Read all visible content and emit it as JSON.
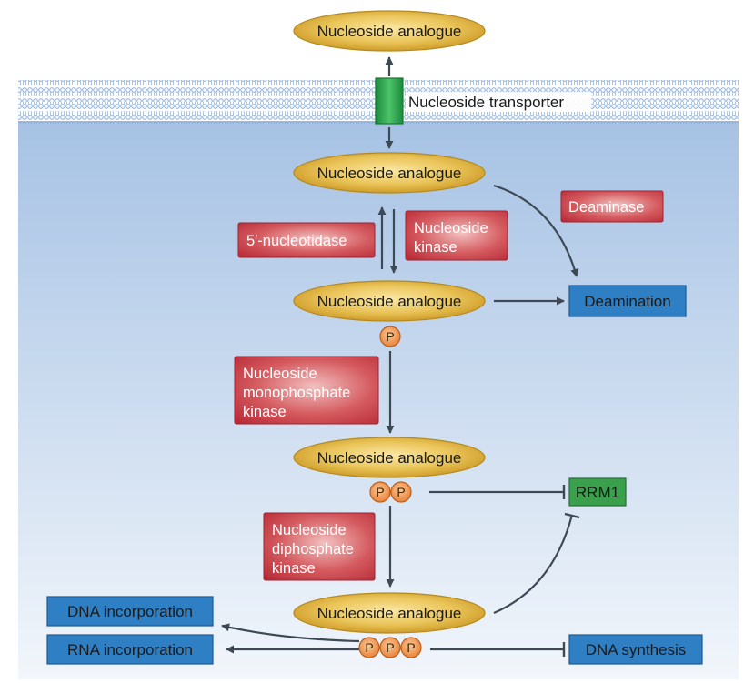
{
  "membrane": {
    "transporter_label": "Nucleoside transporter"
  },
  "molecules": {
    "outside": "Nucleoside analogue",
    "intracellular": "Nucleoside analogue",
    "monophosphate": "Nucleoside analogue",
    "diphosphate": "Nucleoside analogue",
    "triphosphate": "Nucleoside analogue"
  },
  "phosphate_label": "P",
  "enzymes": {
    "deaminase": "Deaminase",
    "nucleotidase": "5′-nucleotidase",
    "nucleoside_kinase": [
      "Nucleoside",
      "kinase"
    ],
    "nmp_kinase": [
      "Nucleoside",
      "monophosphate",
      "kinase"
    ],
    "ndp_kinase": [
      "Nucleoside",
      "diphosphate",
      "kinase"
    ]
  },
  "outcomes": {
    "deamination": "Deamination",
    "rrm1": "RRM1",
    "dna_incorporation": "DNA incorporation",
    "rna_incorporation": "RNA incorporation",
    "dna_synthesis": "DNA synthesis"
  },
  "colors": {
    "analogue_fill": "#e0b030",
    "phosphate_fill": "#f0954a",
    "enzyme_red": "#c0303c",
    "outcome_blue": "#2f7fc4",
    "rrm1_green": "#3aa04c",
    "transporter_green": "#22a048",
    "cytoplasm_top": "#a6c2e4",
    "cytoplasm_bottom": "#f2f6fb",
    "membrane": "#8fb3dc"
  }
}
